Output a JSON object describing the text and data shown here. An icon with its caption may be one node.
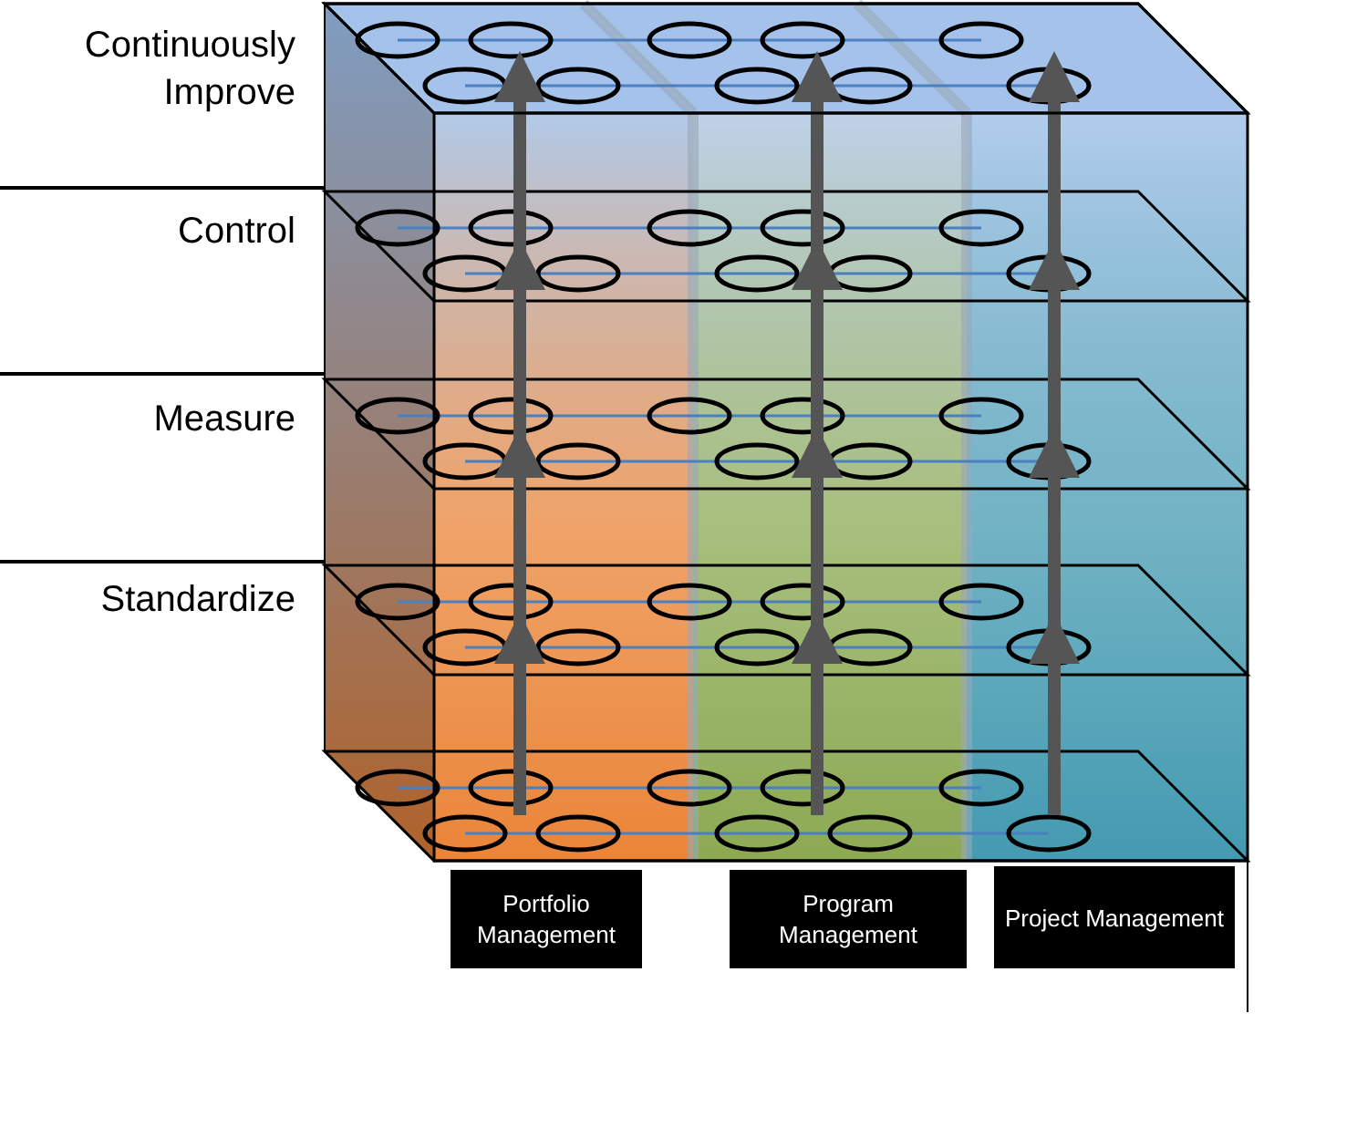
{
  "diagram": {
    "nodes": [
      {
        "text": [
          "Portfolio Management"
        ]
      },
      {
        "text": [
          "Program Management"
        ]
      },
      {
        "text": [
          "Project Management"
        ]
      }
    ],
    "edges": [],
    "labels": [
      "Continuously Improve",
      "Control",
      "Measure",
      "Standardize"
    ]
  }
}
